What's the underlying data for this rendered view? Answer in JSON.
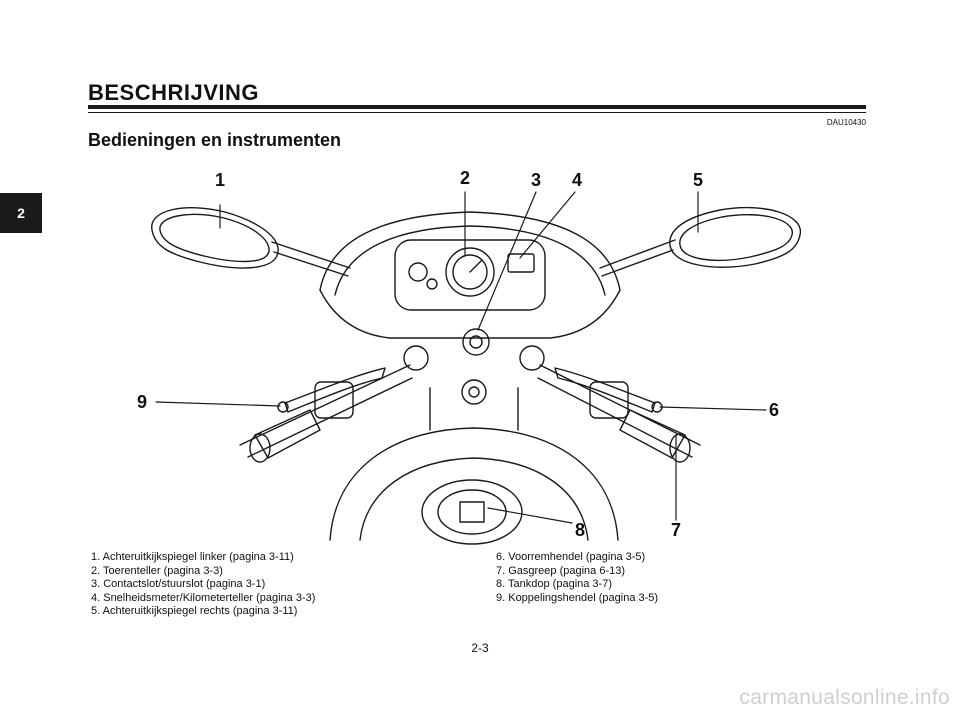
{
  "side_tab": {
    "label": "2"
  },
  "header": {
    "chapter_title": "BESCHRIJVING",
    "ref_code": "DAU10430",
    "section_title": "Bedieningen en instrumenten"
  },
  "diagram": {
    "callouts": [
      "1",
      "2",
      "3",
      "4",
      "5",
      "6",
      "7",
      "8",
      "9"
    ]
  },
  "captions": {
    "left": [
      "1. Achteruitkijkspiegel linker (pagina 3-11)",
      "2. Toerenteller (pagina 3-3)",
      "3. Contactslot/stuurslot (pagina 3-1)",
      "4. Snelheidsmeter/Kilometerteller (pagina 3-3)",
      "5. Achteruitkijkspiegel rechts (pagina 3-11)"
    ],
    "right": [
      "6. Voorremhendel (pagina 3-5)",
      "7. Gasgreep (pagina 6-13)",
      "8. Tankdop (pagina 3-7)",
      "9. Koppelingshendel (pagina 3-5)"
    ]
  },
  "footer": {
    "page_number": "2-3",
    "watermark": "carmanualsonline.info"
  }
}
